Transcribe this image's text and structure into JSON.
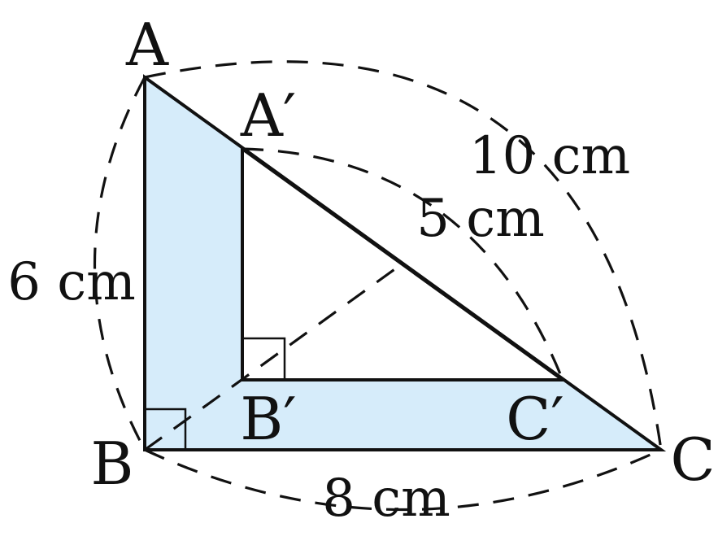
{
  "colors": {
    "shaded_region": "#d6ecfa",
    "line": "#111111",
    "background": "#ffffff"
  },
  "points": {
    "A": "A",
    "B": "B",
    "C": "C",
    "A_prime": "A′",
    "B_prime": "B′",
    "C_prime": "C′"
  },
  "dimensions": {
    "AB": "6 cm",
    "BC": "8 cm",
    "AC": "10 cm",
    "inner": "5 cm"
  }
}
